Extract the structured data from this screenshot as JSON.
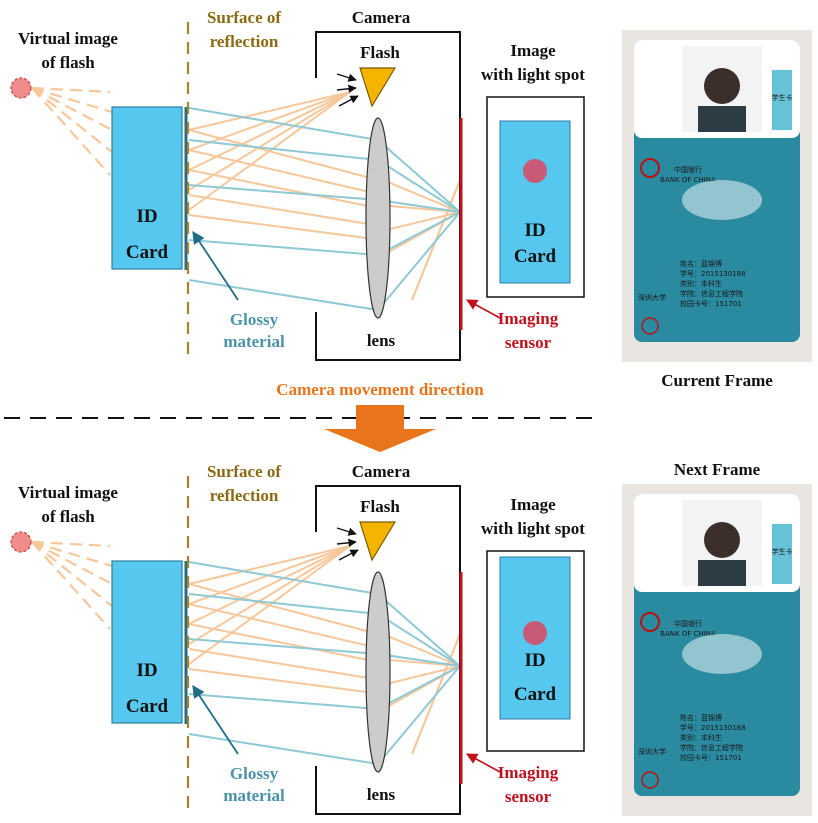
{
  "colors": {
    "card_fill": "#56c8f0",
    "card_stroke": "#2b7fa0",
    "glossy_line": "#1f6e86",
    "reflection_surface": "#a8832a",
    "ray_orange": "#f6c79b",
    "ray_blue": "#8ec9d4",
    "flash_fill": "#f4b400",
    "virtual_flash": "#f08c8c",
    "light_spot": "#c85a78",
    "sensor": "#c0111d",
    "lens_fill": "#cccccc",
    "arrow_orange": "#e8741c",
    "photo_teal": "#2a8aa0"
  },
  "panels": [
    {
      "virtual_image_label_1": "Virtual image",
      "virtual_image_label_2": "of flash",
      "surface_label_1": "Surface of",
      "surface_label_2": "reflection",
      "camera_label": "Camera",
      "flash_label": "Flash",
      "lens_label": "lens",
      "id_card_line1": "ID",
      "id_card_line2": "Card",
      "glossy_label_1": "Glossy",
      "glossy_label_2": "material",
      "image_label_1": "Image",
      "image_label_2": "with light spot",
      "image_card_line1": "ID",
      "image_card_line2": "Card",
      "sensor_label_1": "Imaging",
      "sensor_label_2": "sensor",
      "frame_label": "Current Frame"
    },
    {
      "virtual_image_label_1": "Virtual image",
      "virtual_image_label_2": "of flash",
      "surface_label_1": "Surface of",
      "surface_label_2": "reflection",
      "camera_label": "Camera",
      "flash_label": "Flash",
      "lens_label": "lens",
      "id_card_line1": "ID",
      "id_card_line2": "Card",
      "glossy_label_1": "Glossy",
      "glossy_label_2": "material",
      "image_label_1": "Image",
      "image_label_2": "with light spot",
      "image_card_line1": "ID",
      "image_card_line2": "Card",
      "sensor_label_1": "Imaging",
      "sensor_label_2": "sensor",
      "frame_label": "Next Frame"
    }
  ],
  "movement_label": "Camera movement direction",
  "photo": {
    "tab_text": "学生卡",
    "bank_name": "中国银行",
    "bank_en": "BANK OF CHINA",
    "university_text": "深圳大学",
    "info_lines": [
      "姓名：蓝锦博",
      "学号：2015130188",
      "类别：本科生",
      "学院：信息工程学院",
      "校园卡号：151701"
    ]
  }
}
